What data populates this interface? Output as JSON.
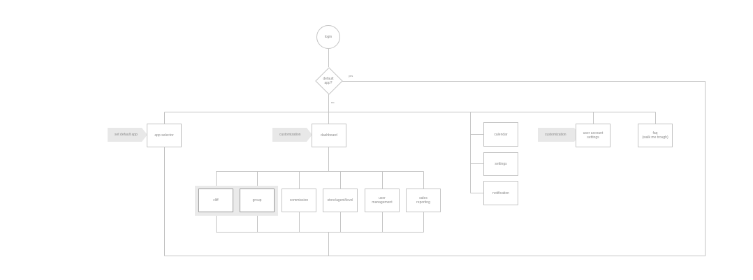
{
  "start": {
    "label": "login"
  },
  "decision": {
    "label": "default\napp?",
    "yes_label": "yes",
    "no_label": "no"
  },
  "tags": {
    "set_default_app": "set default app",
    "customization_dashboard": "customization",
    "customization_account": "customization"
  },
  "nodes": {
    "app_selector": "app selector",
    "dashboard": "dashboard",
    "calendar": "calendar",
    "settings": "settings",
    "notification": "notification",
    "user_account_settings": "user account\nsettings",
    "faq": "faq\n(walk me trough)",
    "dashboard_children": [
      {
        "label": "cliff"
      },
      {
        "label": "group"
      },
      {
        "label": "commission"
      },
      {
        "label": "store/agent/level"
      },
      {
        "label": "user\nmanagement"
      },
      {
        "label": "sales\nreporting"
      }
    ]
  },
  "colors": {
    "line": "#c4c4c4",
    "tag_fill": "#e8e8e8",
    "group_fill": "#eaeaea",
    "text": "#8a8a8a"
  }
}
